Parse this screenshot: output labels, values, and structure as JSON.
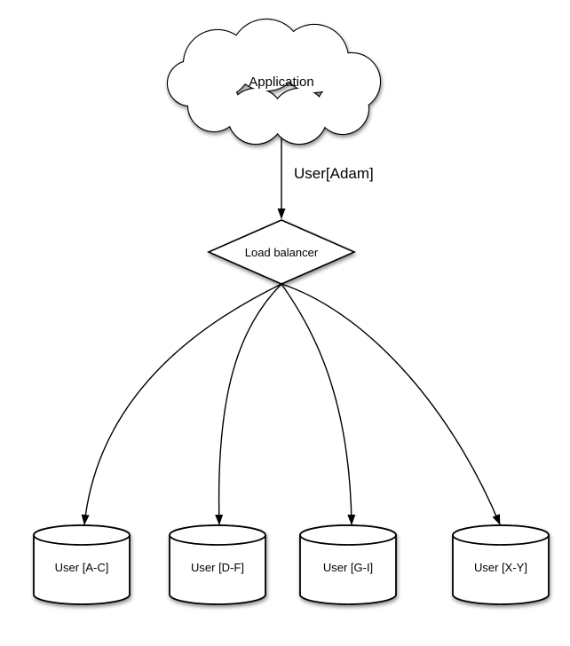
{
  "diagram": {
    "background_color": "#ffffff",
    "shape_fill_color": "#ffffff",
    "line_color": "#000000",
    "nodes": {
      "application": {
        "label": "Application",
        "shape": "cloud"
      },
      "load_balancer": {
        "label": "Load balancer",
        "shape": "diamond"
      },
      "shards": [
        {
          "label": "User [A-C]",
          "shape": "cylinder"
        },
        {
          "label": "User [D-F]",
          "shape": "cylinder"
        },
        {
          "label": "User [G-I]",
          "shape": "cylinder"
        },
        {
          "label": "User [X-Y]",
          "shape": "cylinder"
        }
      ]
    },
    "edges": {
      "app_to_lb": {
        "label": "User[Adam]"
      }
    }
  }
}
